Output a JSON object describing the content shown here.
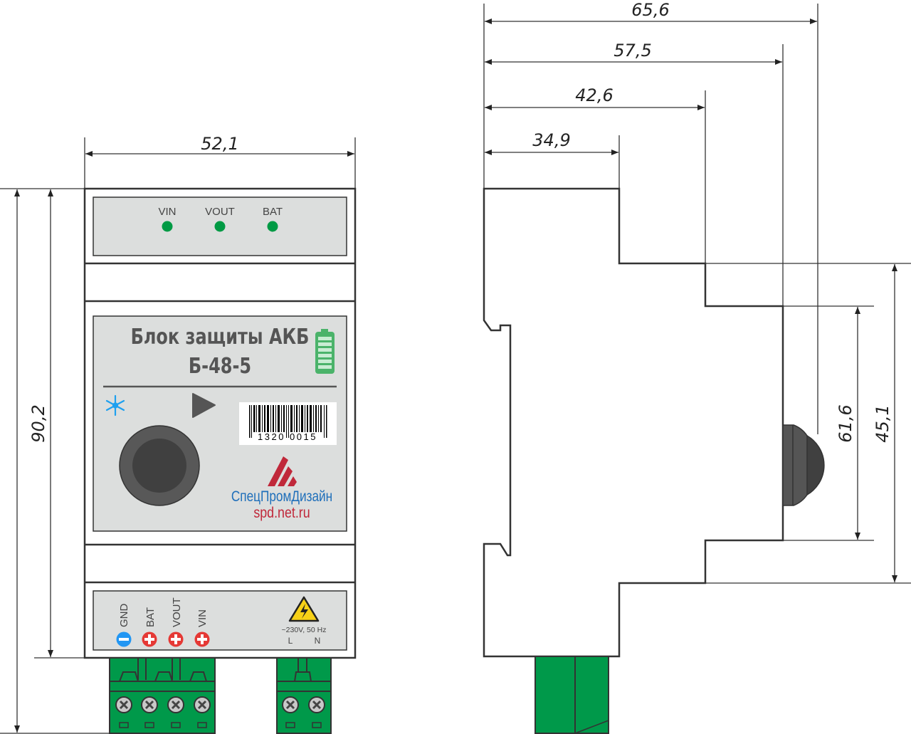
{
  "dimensions": {
    "front_width": "52,1",
    "front_height": "90,2",
    "side_total_depth": "65,6",
    "side_depth_2": "57,5",
    "side_depth_3": "42,6",
    "side_depth_4": "34,9",
    "side_height_inner": "61,6",
    "side_height_outer": "45,1"
  },
  "indicators": [
    {
      "label": "VIN",
      "color": "#009a44"
    },
    {
      "label": "VOUT",
      "color": "#009a44"
    },
    {
      "label": "BAT",
      "color": "#009a44"
    }
  ],
  "label_panel": {
    "title": "Блок защиты АКБ",
    "model": "Б-48-5",
    "barcode_number": "1320 0015",
    "brand": "СпецПромДизайн",
    "website": "spd.net.ru"
  },
  "terminals": [
    {
      "label": "GND",
      "polarity": "minus",
      "color": "#2196f3"
    },
    {
      "label": "BAT",
      "polarity": "plus",
      "color": "#e53935"
    },
    {
      "label": "VOUT",
      "polarity": "plus",
      "color": "#e53935"
    },
    {
      "label": "VIN",
      "polarity": "plus",
      "color": "#e53935"
    }
  ],
  "mains": {
    "spec": "~230V, 50 Hz",
    "terminal_l": "L",
    "terminal_n": "N"
  },
  "colors": {
    "connector": "#00994a",
    "brand_blue": "#1f6fba",
    "brand_red": "#c0283a"
  }
}
